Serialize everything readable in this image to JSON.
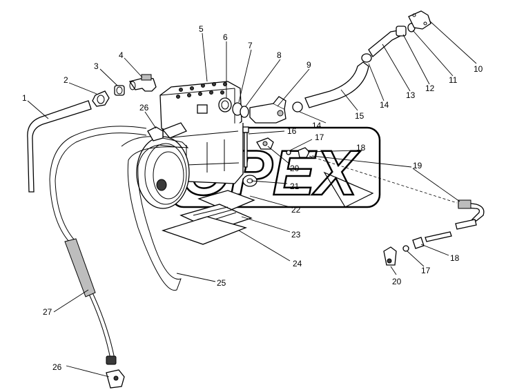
{
  "watermark": "OPEX",
  "callouts": [
    {
      "id": "c1",
      "text": "1"
    },
    {
      "id": "c2",
      "text": "2"
    },
    {
      "id": "c3",
      "text": "3"
    },
    {
      "id": "c4",
      "text": "4"
    },
    {
      "id": "c5",
      "text": "5"
    },
    {
      "id": "c6",
      "text": "6"
    },
    {
      "id": "c7",
      "text": "7"
    },
    {
      "id": "c8",
      "text": "8"
    },
    {
      "id": "c9",
      "text": "9"
    },
    {
      "id": "c10",
      "text": "10"
    },
    {
      "id": "c11",
      "text": "11"
    },
    {
      "id": "c12",
      "text": "12"
    },
    {
      "id": "c13",
      "text": "13"
    },
    {
      "id": "c14a",
      "text": "14"
    },
    {
      "id": "c14b",
      "text": "14"
    },
    {
      "id": "c15",
      "text": "15"
    },
    {
      "id": "c16",
      "text": "16"
    },
    {
      "id": "c17a",
      "text": "17"
    },
    {
      "id": "c17b",
      "text": "17"
    },
    {
      "id": "c18a",
      "text": "18"
    },
    {
      "id": "c18b",
      "text": "18"
    },
    {
      "id": "c19",
      "text": "19"
    },
    {
      "id": "c20a",
      "text": "20"
    },
    {
      "id": "c20b",
      "text": "20"
    },
    {
      "id": "c21",
      "text": "21"
    },
    {
      "id": "c22",
      "text": "22"
    },
    {
      "id": "c23",
      "text": "23"
    },
    {
      "id": "c24",
      "text": "24"
    },
    {
      "id": "c25",
      "text": "25"
    },
    {
      "id": "c26a",
      "text": "26"
    },
    {
      "id": "c26b",
      "text": "26"
    },
    {
      "id": "c27",
      "text": "27"
    }
  ]
}
